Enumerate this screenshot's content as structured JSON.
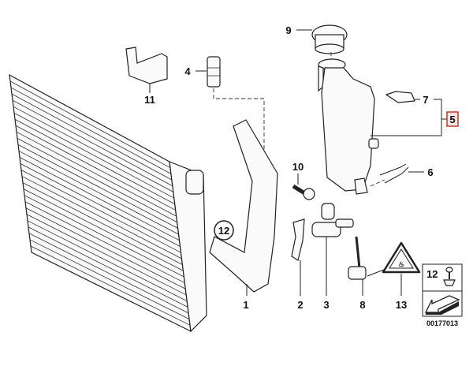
{
  "callouts": {
    "p1": "1",
    "p2": "2",
    "p3": "3",
    "p4": "4",
    "p5": "5",
    "p6": "6",
    "p7": "7",
    "p8": "8",
    "p9": "9",
    "p10": "10",
    "p11": "11",
    "p12": "12",
    "p13": "13"
  },
  "legend": {
    "item": "12",
    "diagram_number": "00177013"
  },
  "colors": {
    "highlight": "#c0392b",
    "line": "#222222"
  }
}
